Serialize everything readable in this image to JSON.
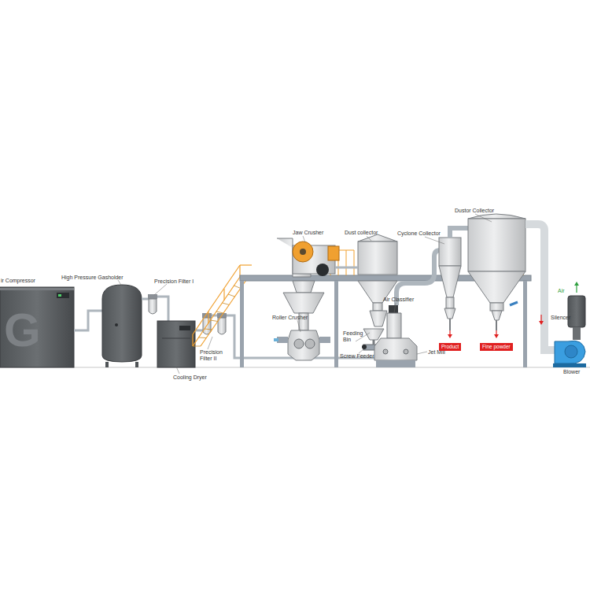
{
  "diagram": {
    "nodes": [
      {
        "text": [
          "Product"
        ]
      },
      {
        "text": [
          "Fine powder"
        ]
      }
    ],
    "labels": [
      "ir Compressor",
      "High Pressure Gasholder",
      "Precision Filter I",
      "Cooling Dryer",
      "Precision Filter II",
      "Jaw Crusher",
      "Dust collector",
      "Cyclone Collector",
      "Dustor Collector",
      "Roller Crusher",
      "Air Classifier",
      "Feeding Bin",
      "Screw Feeder",
      "Jet Mill",
      "Air",
      "Silencer",
      "Blower"
    ]
  }
}
